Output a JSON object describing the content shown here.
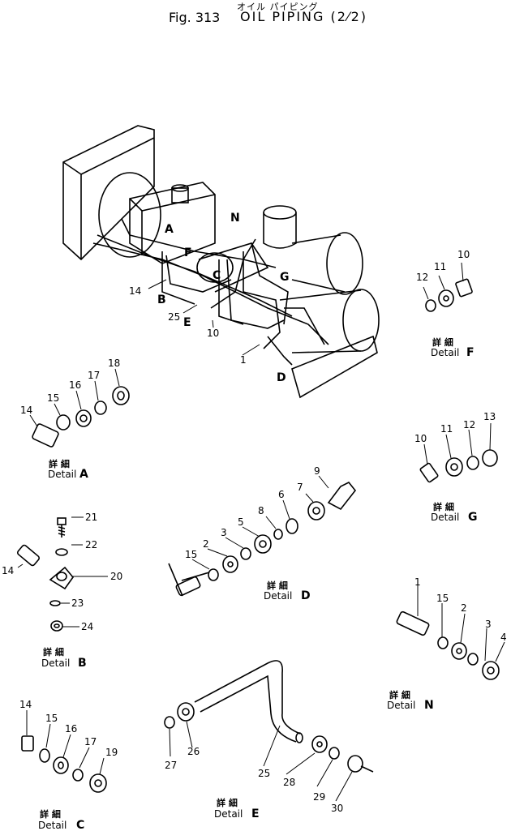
{
  "header": {
    "fig_no": "Fig. 313",
    "title_jp": "オイル パイピング",
    "title_en": "OIL   PIPING (2⁄2)"
  },
  "main_view": {
    "letters": [
      "A",
      "F",
      "B",
      "E",
      "C",
      "N",
      "G",
      "D"
    ],
    "callouts": [
      "14",
      "25",
      "10",
      "1"
    ]
  },
  "detail_word": "Detail",
  "detail_kanji": "詳 細",
  "details": {
    "A": {
      "letter": "A",
      "parts": [
        "14",
        "15",
        "16",
        "17",
        "18"
      ]
    },
    "B": {
      "letter": "B",
      "parts": [
        "21",
        "22",
        "14",
        "20",
        "23",
        "24"
      ]
    },
    "C": {
      "letter": "C",
      "parts": [
        "14",
        "15",
        "16",
        "17",
        "19"
      ]
    },
    "D": {
      "letter": "D",
      "parts": [
        "15",
        "2",
        "3",
        "5",
        "8",
        "6",
        "7",
        "9"
      ]
    },
    "E": {
      "letter": "E",
      "parts": [
        "27",
        "26",
        "25",
        "28",
        "29",
        "30"
      ]
    },
    "F": {
      "letter": "F",
      "parts": [
        "12",
        "11",
        "10"
      ]
    },
    "G": {
      "letter": "G",
      "parts": [
        "10",
        "11",
        "12",
        "13"
      ]
    },
    "N": {
      "letter": "N",
      "parts": [
        "1",
        "15",
        "2",
        "3",
        "4"
      ]
    }
  }
}
